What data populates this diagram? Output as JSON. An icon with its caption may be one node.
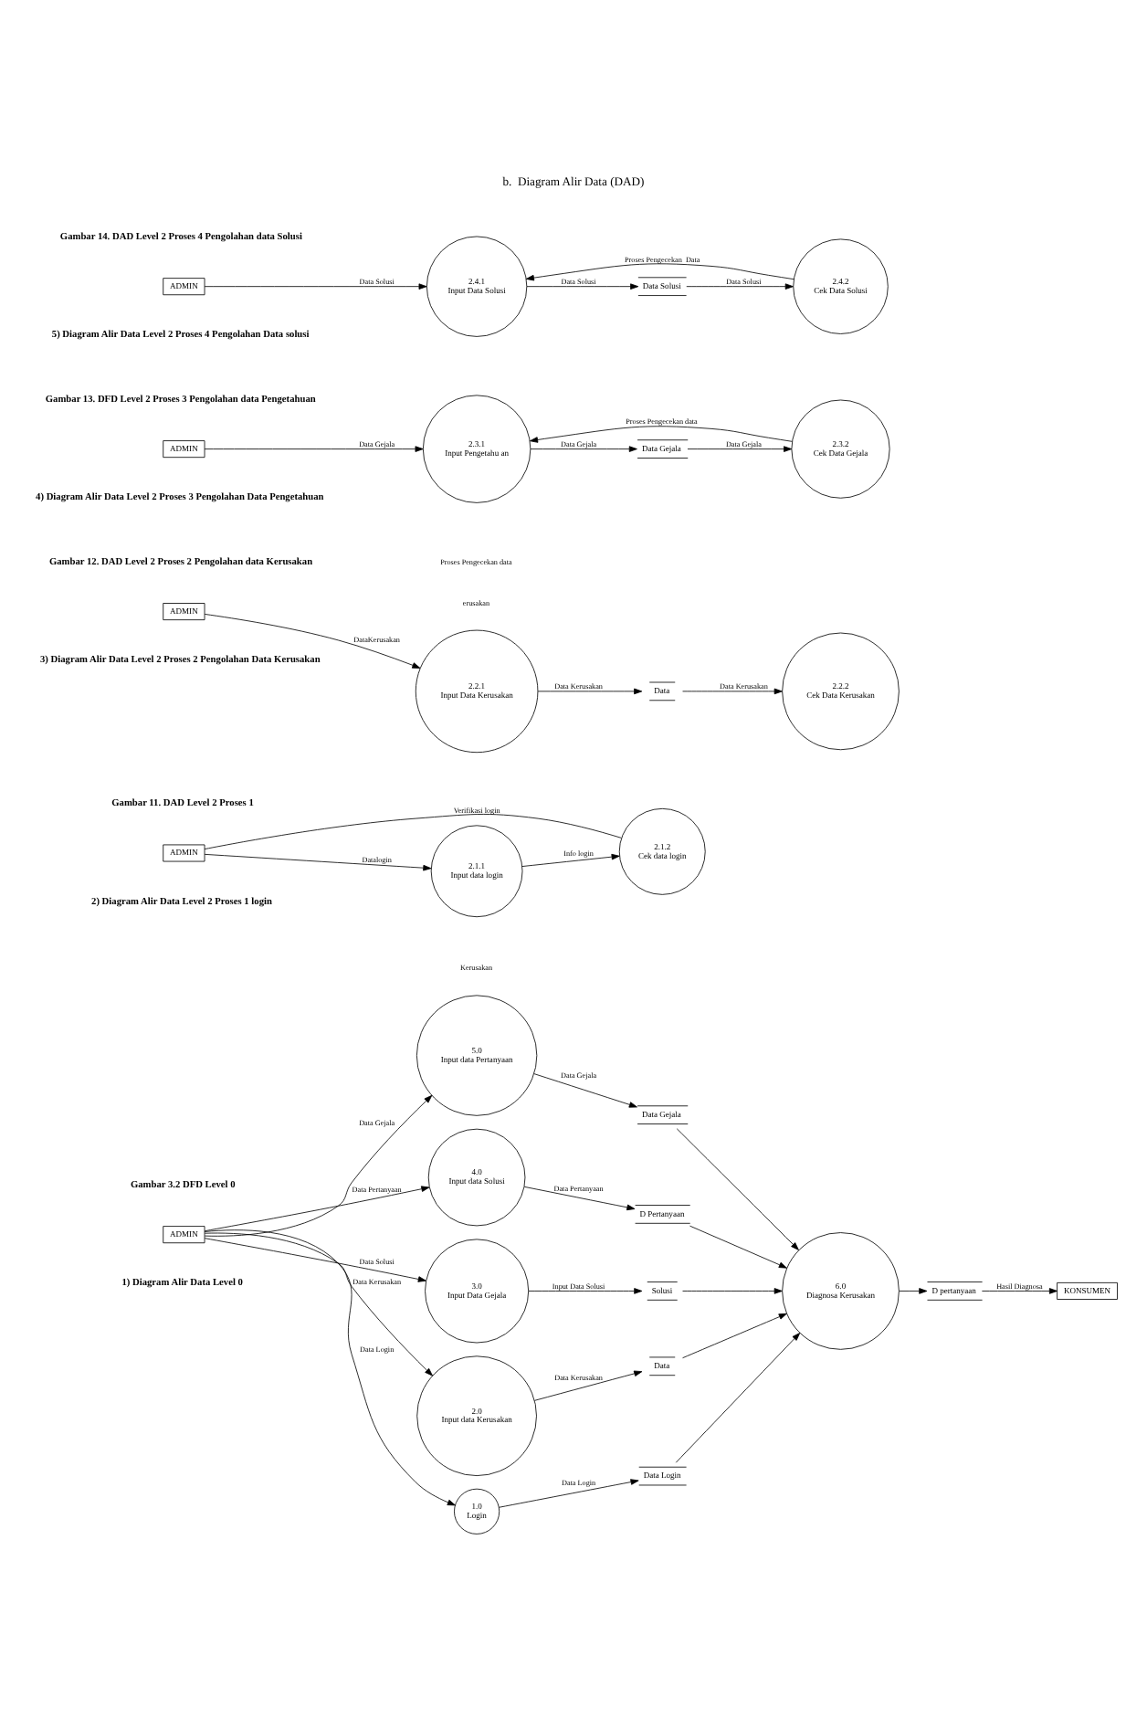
{
  "diagram": {
    "title": "b.  Diagram Alir Data (DAD)",
    "nodes": [
      {
        "text": [
          "ADMIN"
        ]
      },
      {
        "text": [
          "1.0",
          "Login"
        ]
      },
      {
        "text": [
          "2.0",
          "Input data Kerusakan"
        ]
      },
      {
        "text": [
          "3.0",
          "Input Data Gejala"
        ]
      },
      {
        "text": [
          "4.0",
          "Input data Solusi"
        ]
      },
      {
        "text": [
          "5.0",
          "Input data Pertanyaan"
        ]
      },
      {
        "text": [
          "Data Login"
        ]
      },
      {
        "text": [
          "Data"
        ]
      },
      {
        "text": [
          "Solusi"
        ]
      },
      {
        "text": [
          "D Pertanyaan"
        ]
      },
      {
        "text": [
          "Data Gejala"
        ]
      },
      {
        "text": [
          "D pertanyaan"
        ]
      },
      {
        "text": [
          "6.0",
          "Diagnosa Kerusakan"
        ]
      },
      {
        "text": [
          "KONSUMEN"
        ]
      },
      {
        "text": [
          "ADMIN"
        ]
      },
      {
        "text": [
          "2.1.1",
          "Input data login"
        ]
      },
      {
        "text": [
          "2.1.2",
          "Cek data login"
        ]
      },
      {
        "text": [
          "ADMIN"
        ]
      },
      {
        "text": [
          "2.2.1",
          "Input Data Kerusakan"
        ]
      },
      {
        "text": [
          "Data"
        ]
      },
      {
        "text": [
          "2.2.2",
          "Cek Data Kerusakan"
        ]
      },
      {
        "text": [
          "ADMIN"
        ]
      },
      {
        "text": [
          "2.3.1",
          "Input Pengetahu an"
        ]
      },
      {
        "text": [
          "Data Gejala"
        ]
      },
      {
        "text": [
          "2.3.2",
          "Cek Data Gejala"
        ]
      },
      {
        "text": [
          "ADMIN"
        ]
      },
      {
        "text": [
          "2.4.1",
          "Input Data Solusi"
        ]
      },
      {
        "text": [
          "Data Solusi"
        ]
      },
      {
        "text": [
          "2.4.2",
          "Cek Data Solusi"
        ]
      }
    ],
    "edges": [
      {
        "from": 0,
        "to": 1,
        "arrow": "to",
        "label": "Data Login"
      },
      {
        "from": 1,
        "to": 6,
        "arrow": "to",
        "label": "Data Login"
      },
      {
        "from": 0,
        "to": 2,
        "arrow": "to",
        "label": "Data Kerusakan"
      },
      {
        "from": 2,
        "to": 7,
        "arrow": "to",
        "label": "Data Kerusakan"
      },
      {
        "from": 0,
        "to": 3,
        "arrow": "to",
        "label": "Data Solusi"
      },
      {
        "from": 3,
        "to": 8,
        "arrow": "to",
        "label": "Input Data Solusi"
      },
      {
        "from": 0,
        "to": 4,
        "arrow": "to",
        "label": "Data Pertanyaan"
      },
      {
        "from": 4,
        "to": 9,
        "arrow": "to",
        "label": "Data Pertanyaan"
      },
      {
        "from": 0,
        "to": 5,
        "arrow": "to",
        "label": "Data Gejala"
      },
      {
        "from": 5,
        "to": 10,
        "arrow": "to",
        "label": "Data Gejala"
      },
      {
        "from": 6,
        "to": 12,
        "arrow": "to"
      },
      {
        "from": 7,
        "to": 12,
        "arrow": "to"
      },
      {
        "from": 8,
        "to": 12,
        "arrow": "to"
      },
      {
        "from": 9,
        "to": 12,
        "arrow": "to"
      },
      {
        "from": 10,
        "to": 12,
        "arrow": "to"
      },
      {
        "from": 12,
        "to": 11,
        "arrow": "to"
      },
      {
        "from": 11,
        "to": 13,
        "arrow": "to",
        "label": "Hasil Diagnosa"
      },
      {
        "from": 14,
        "to": 15,
        "arrow": "to",
        "label": "Datalogin"
      },
      {
        "from": 15,
        "to": 16,
        "arrow": "to",
        "label": "Info login"
      },
      {
        "from": 14,
        "to": 16,
        "arrow": "none",
        "label": "Verifikasi login"
      },
      {
        "from": 17,
        "to": 18,
        "arrow": "to",
        "label": "DataKerusakan"
      },
      {
        "from": 18,
        "to": 19,
        "arrow": "to",
        "label": "Data Kerusakan"
      },
      {
        "from": 19,
        "to": 20,
        "arrow": "to",
        "label": "Data Kerusakan"
      },
      {
        "from": 21,
        "to": 22,
        "arrow": "to",
        "label": "Data Gejala"
      },
      {
        "from": 22,
        "to": 23,
        "arrow": "to",
        "label": "Data Gejala"
      },
      {
        "from": 23,
        "to": 24,
        "arrow": "to",
        "label": "Data Gejala"
      },
      {
        "from": 24,
        "to": 22,
        "arrow": "to",
        "label": "Proses Pengecekan data"
      },
      {
        "from": 25,
        "to": 26,
        "arrow": "to",
        "label": "Data Solusi"
      },
      {
        "from": 26,
        "to": 27,
        "arrow": "to",
        "label": "Data Solusi"
      },
      {
        "from": 27,
        "to": 28,
        "arrow": "to",
        "label": "Data Solusi"
      },
      {
        "from": 28,
        "to": 26,
        "arrow": "to",
        "label": "Proses Pengecekan  Data"
      }
    ],
    "labels": [
      "1) Diagram Alir Data Level 0",
      "Kerusakan",
      "Gambar 3.2 DFD Level 0",
      "2) Diagram Alir Data Level 2 Proses 1 login",
      "Gambar 11. DAD Level 2 Proses 1",
      "3) Diagram Alir Data Level 2 Proses 2 Pengolahan Data Kerusakan",
      "erusakan",
      "Proses Pengecekan data",
      "Gambar 12. DAD Level 2 Proses 2 Pengolahan data Kerusakan",
      "4) Diagram Alir Data Level 2 Proses 3 Pengolahan Data Pengetahuan",
      "Gambar 13. DFD Level 2 Proses 3 Pengolahan data Pengetahuan",
      "5) Diagram Alir Data Level 2 Proses 4 Pengolahan Data solusi",
      "Gambar 14. DAD Level 2 Proses 4 Pengolahan data Solusi"
    ]
  }
}
